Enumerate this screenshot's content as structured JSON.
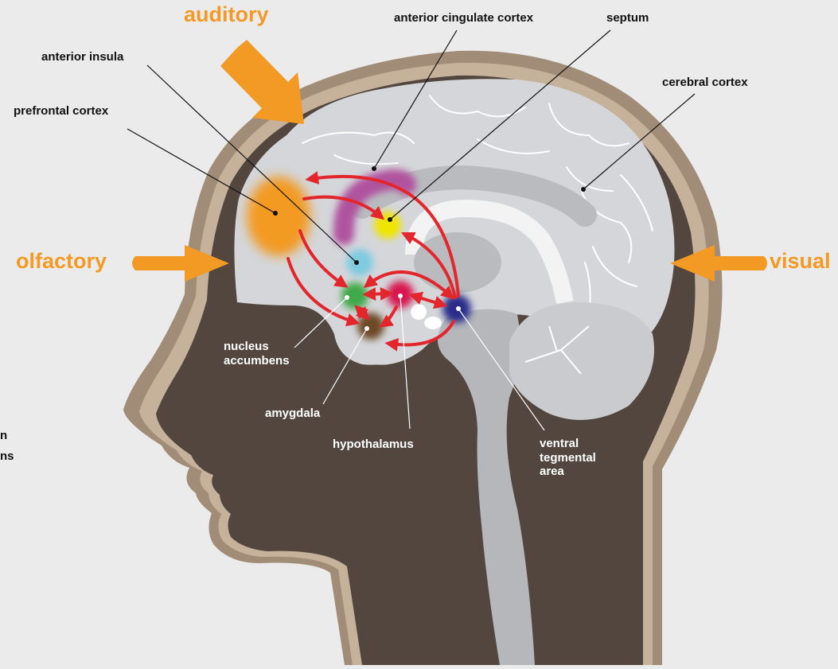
{
  "senses": {
    "auditory": "auditory",
    "olfactory": "olfactory",
    "visual": "visual"
  },
  "labels": {
    "anterior_cingulate_cortex": "anterior cingulate cortex",
    "septum": "septum",
    "anterior_insula": "anterior insula",
    "cerebral_cortex": "cerebral cortex",
    "prefrontal_cortex": "prefrontal cortex",
    "nucleus_accumbens_1": "nucleus",
    "nucleus_accumbens_2": "accumbens",
    "amygdala": "amygdala",
    "hypothalamus": "hypothalamus",
    "vta_1": "ventral",
    "vta_2": "tegmental",
    "vta_3": "area",
    "cut_off_1": "n",
    "cut_off_2": "ns"
  },
  "colors": {
    "background": "#ebebeb",
    "head_dark": "#52463f",
    "skin_tan": "#a18d77",
    "skin_light": "#c6b29a",
    "brain": "#d4d6da",
    "brainstem": "#b5b7bb",
    "sense_arrow": "#f39a24",
    "pathway": "#e3262b",
    "prefrontal": "#f39a24",
    "cingulate": "#b0539f",
    "septum": "#f0e500",
    "insula": "#7fcbe0",
    "accumbens": "#41a94a",
    "amygdala": "#6e4a28",
    "hypothalamus": "#d8124f",
    "vta": "#2a2f8a"
  }
}
